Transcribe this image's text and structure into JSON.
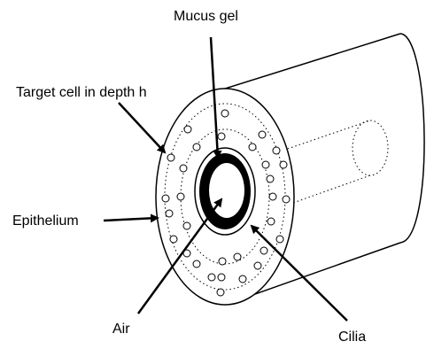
{
  "labels": {
    "mucus_gel": "Mucus gel",
    "target_cell": "Target cell in depth h",
    "epithelium": "Epithelium",
    "air": "Air",
    "cilia": "Cilia"
  },
  "colors": {
    "stroke": "#000000",
    "background": "#ffffff"
  }
}
